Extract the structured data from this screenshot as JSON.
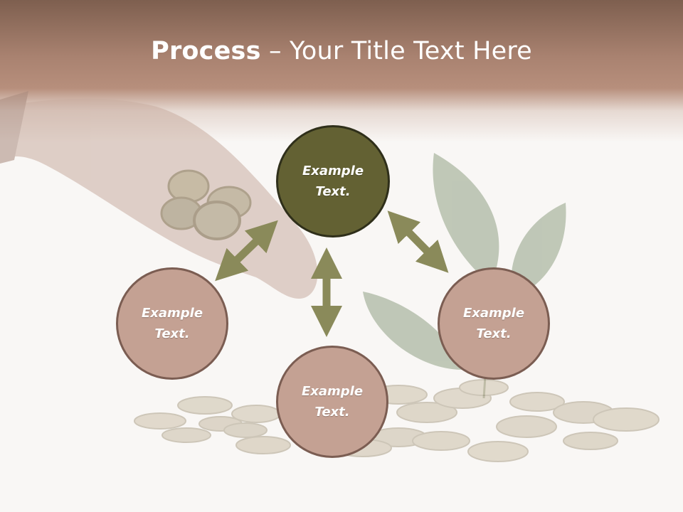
{
  "slide": {
    "title_bold": "Process",
    "title_rest": " – Your Title Text Here"
  },
  "process_nodes": {
    "top": "Example Text.",
    "left": "Example Text.",
    "right": "Example Text.",
    "bottom": "Example Text."
  },
  "colors": {
    "header": "#a98270",
    "node_dark": "#636133",
    "node_light": "#c4a193",
    "arrow": "#8a8a5a"
  }
}
